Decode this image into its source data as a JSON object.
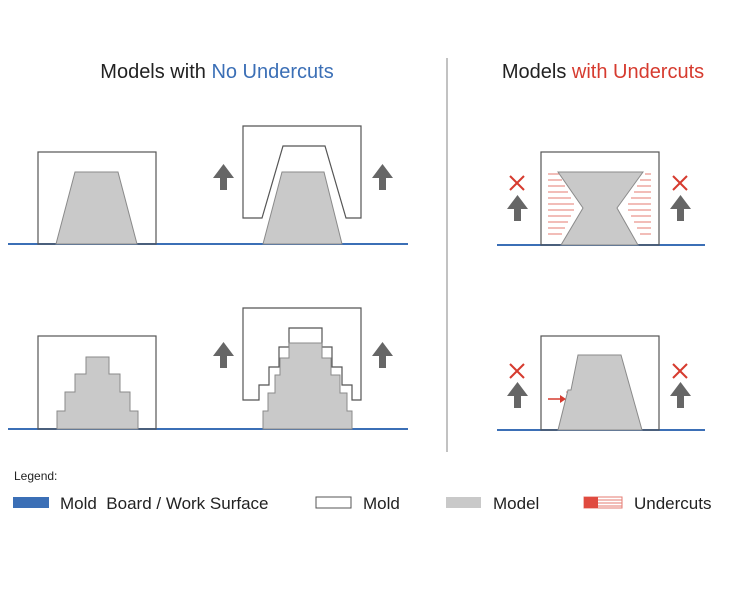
{
  "titles": {
    "left_prefix": "Models with ",
    "left_highlight": "No Undercuts",
    "right_prefix": "Models ",
    "right_highlight": "with Undercuts"
  },
  "legend": {
    "heading": "Legend:",
    "items": [
      {
        "label": "Mold  Board / Work Surface",
        "swatch": "board"
      },
      {
        "label": "Mold",
        "swatch": "mold"
      },
      {
        "label": "Model",
        "swatch": "model"
      },
      {
        "label": "Undercuts",
        "swatch": "undercuts"
      }
    ]
  },
  "colors": {
    "board": "#3b6fb6",
    "highlight_blue": "#3b6fb6",
    "highlight_red": "#d63b2f",
    "model_fill": "#c9c9c9",
    "model_stroke": "#8a8a8a",
    "mold_stroke": "#555555",
    "arrow": "#666666",
    "x_mark": "#d63b2f",
    "undercut_hatch": "#e57b72",
    "divider": "#999999"
  },
  "icons": [
    "up-arrow-icon",
    "x-mark-icon",
    "small-red-arrow-icon"
  ]
}
